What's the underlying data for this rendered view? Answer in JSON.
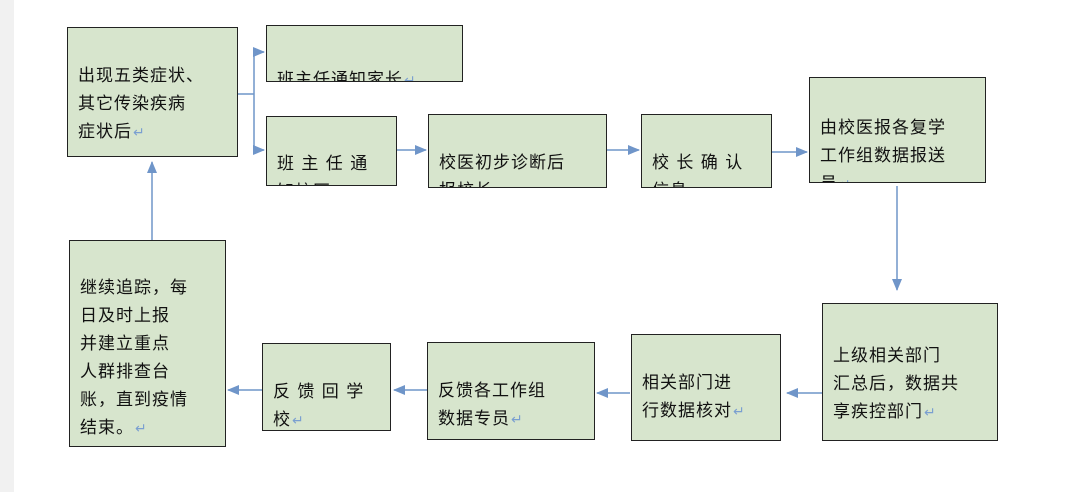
{
  "diagram": {
    "nodes": {
      "symptoms": "出现五类症状、\n其它传染疾病\n症状后",
      "notify_parents": "班主任通知家长",
      "notify_doctor": "班 主 任 通\n知校医",
      "diagnose": "校医初步诊断后\n报校长",
      "confirm": "校 长 确 认\n信息",
      "report_group": "由校医报各复学\n工作组数据报送\n员",
      "summary": "上级相关部门\n汇总后，数据共\n享疾控部门",
      "verify": "相关部门进\n行数据核对",
      "feedback_group": "反馈各工作组\n数据专员",
      "feedback_school": "反 馈 回 学\n校",
      "track": "继续追踪，每\n日及时上报\n并建立重点\n人群排查台\n账，直到疫情\n结束。"
    },
    "paragraph_mark": "↵",
    "colors": {
      "box_fill": "#d7e5cd",
      "arrow": "#6f95c9",
      "border": "#222222"
    }
  }
}
